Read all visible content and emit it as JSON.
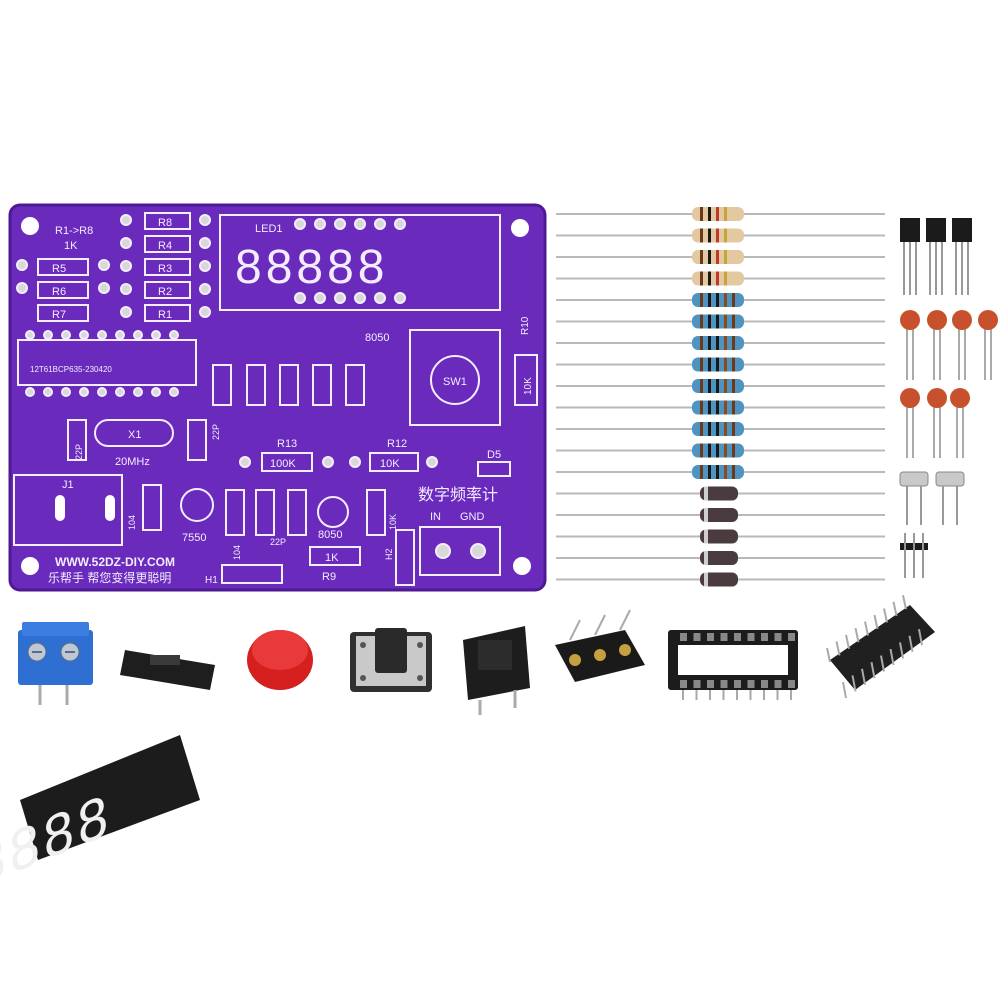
{
  "pcb": {
    "title_cn": "数字频率计",
    "website": "WWW.52DZ-DIY.COM",
    "slogan": "乐帮手 帮您变得更聪明",
    "label_r1_r8": "R1->R8",
    "label_1k_top": "1K",
    "label_r8": "R8",
    "label_r4": "R4",
    "label_r3": "R3",
    "label_r2": "R2",
    "label_r1": "R1",
    "label_r5": "R5",
    "label_r6": "R6",
    "label_r7": "R7",
    "label_led1": "LED1",
    "label_chip": "12T61BCP635-230420",
    "label_x1": "X1",
    "label_20mhz": "20MHz",
    "label_j1": "J1",
    "label_r13": "R13",
    "label_100k": "100K",
    "label_r12": "R12",
    "label_10k": "10K",
    "label_d5": "D5",
    "label_in": "IN",
    "label_gnd": "GND",
    "label_8050_top": "8050",
    "label_8050_bottom": "8050",
    "label_sw1": "SW1",
    "label_r10": "R10",
    "label_10k_side": "10K",
    "label_7550": "7550",
    "label_1k_bottom": "1K",
    "label_r9": "R9",
    "label_h1": "H1",
    "label_h2": "H2",
    "label_22p_a": "22P",
    "label_22p_b": "22P",
    "label_22p_c": "22P",
    "label_104_a": "104",
    "label_104_b": "104",
    "label_10k_r": "10K"
  },
  "display": {
    "digits": "88888"
  },
  "colors": {
    "pcb": "#6a2bbd",
    "pcb_edge": "#4d1a94",
    "resistor_beige": "#e3c9a0",
    "resistor_blue": "#4f93c0",
    "diode": "#4a3b3f",
    "terminal_blue": "#2f6fd1",
    "button_red": "#d62020",
    "capacitor": "#c7502d"
  }
}
